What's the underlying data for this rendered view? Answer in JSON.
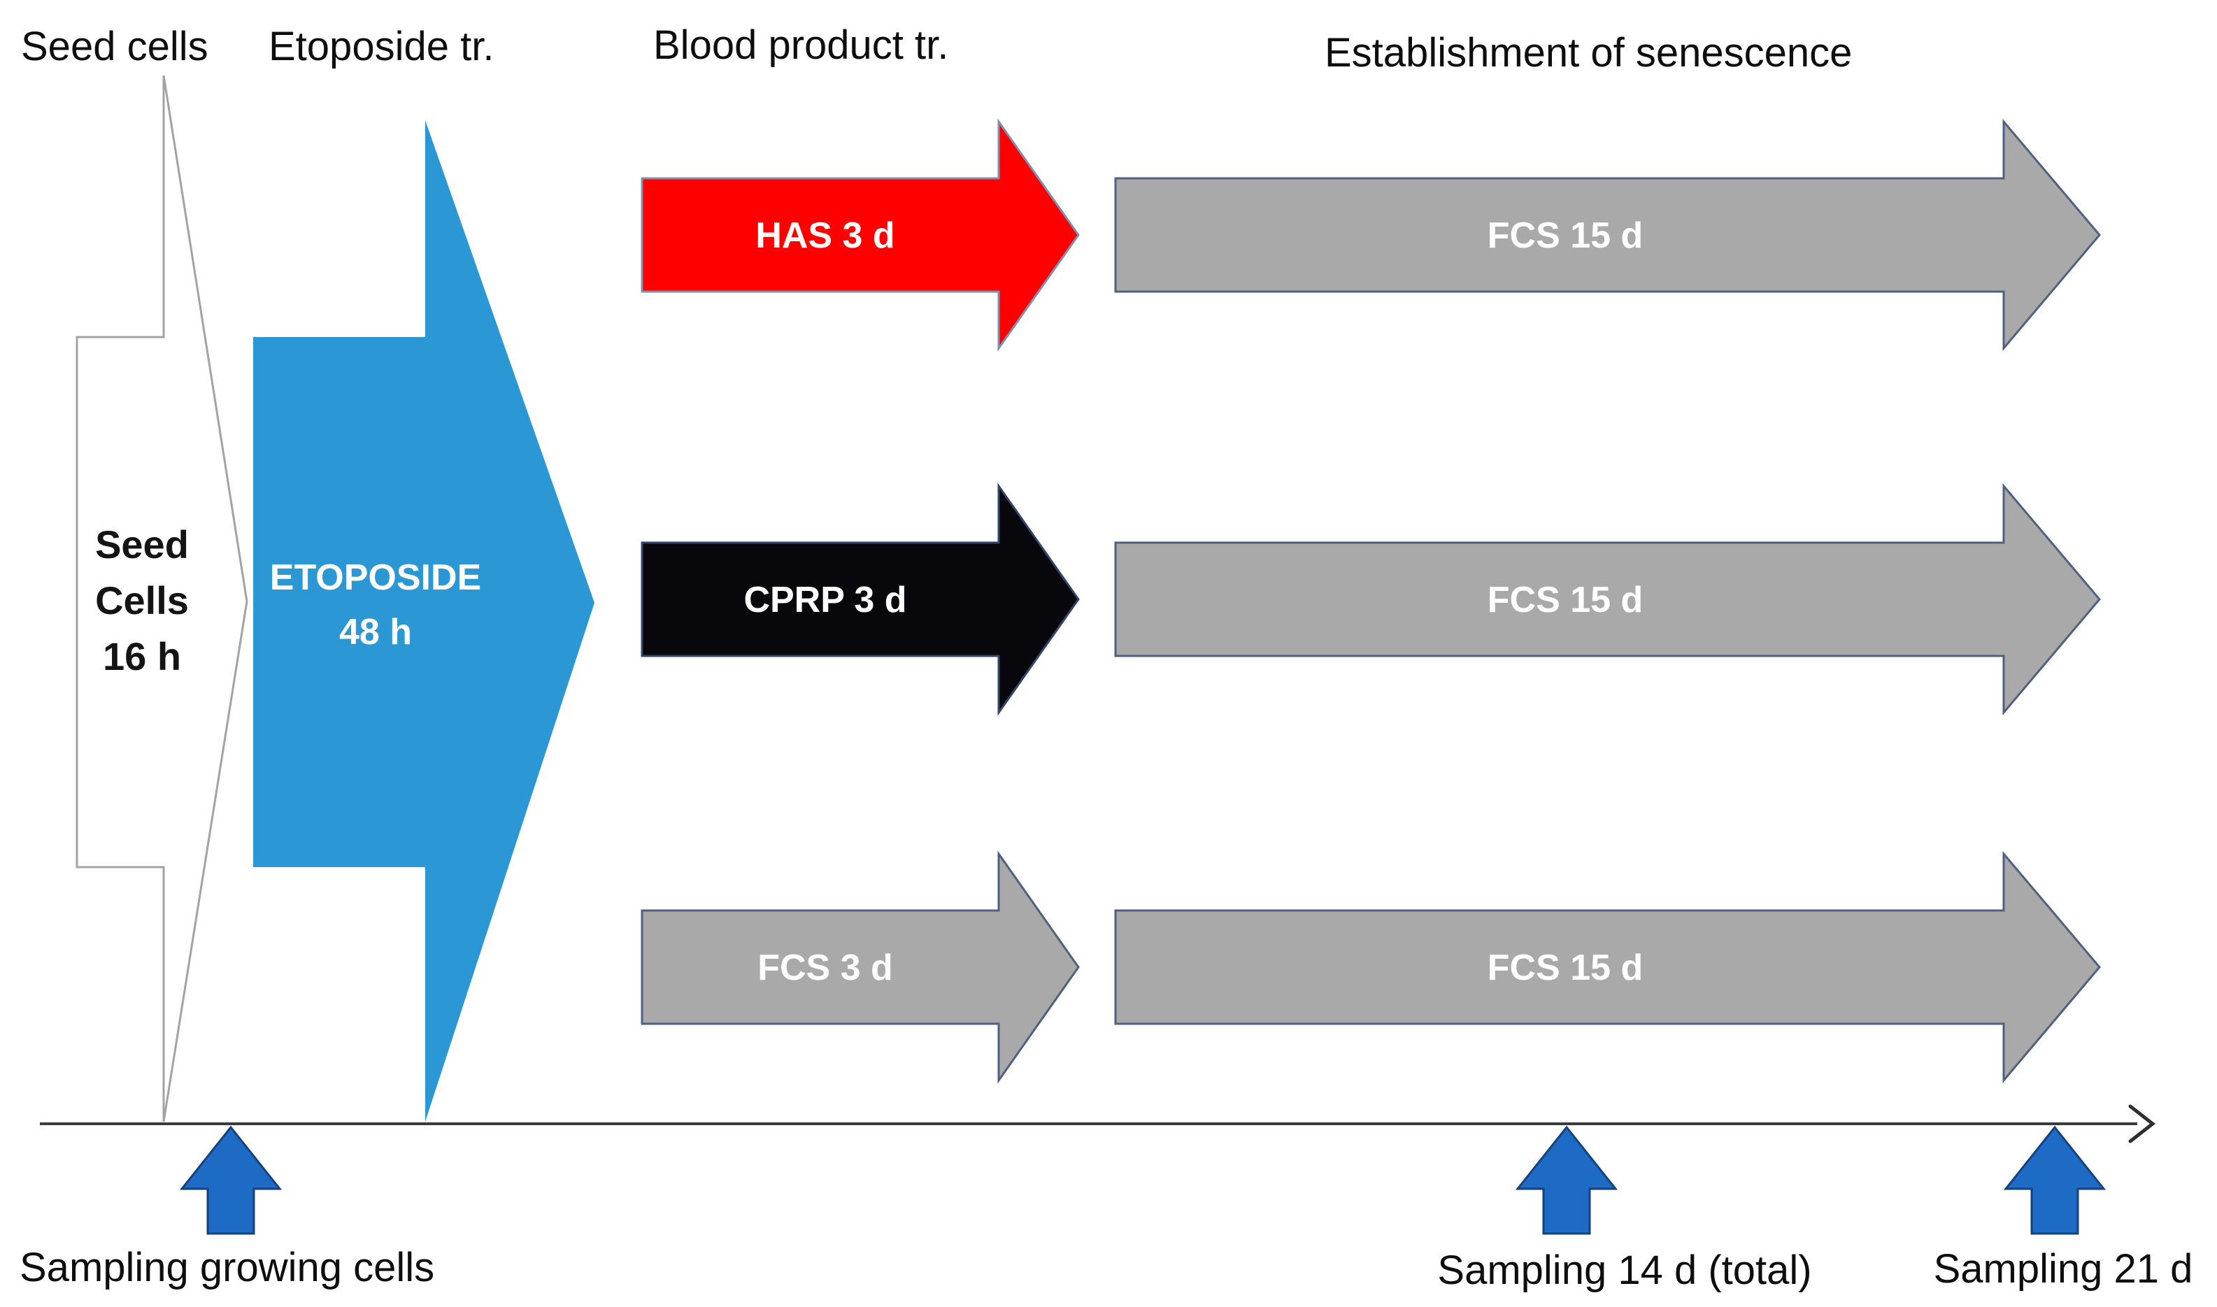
{
  "headers": {
    "seed_cells": "Seed cells",
    "etoposide_tr": "Etoposide tr.",
    "blood_product_tr": "Blood product tr.",
    "establishment": "Establishment of senescence"
  },
  "seed_shape": {
    "line1": "Seed",
    "line2": "Cells",
    "line3": "16 h"
  },
  "etoposide_shape": {
    "line1": "ETOPOSIDE",
    "line2": "48 h"
  },
  "rows": [
    {
      "treatment_label": "HAS 3 d",
      "establishment_label": "FCS 15 d"
    },
    {
      "treatment_label": "CPRP 3 d",
      "establishment_label": "FCS 15 d"
    },
    {
      "treatment_label": "FCS 3 d",
      "establishment_label": "FCS 15 d"
    }
  ],
  "sampling": {
    "growing_cells": "Sampling growing cells",
    "day_14": "Sampling 14 d (total)",
    "day_21": "Sampling 21 d"
  },
  "colors": {
    "etoposide_blue": "#2b97d4",
    "has_red": "#fe0000",
    "cprp_black": "#08080c",
    "fcs_gray": "#a9a9a9",
    "sampling_blue": "#1d6bc4",
    "seed_white": "#ffffff"
  }
}
